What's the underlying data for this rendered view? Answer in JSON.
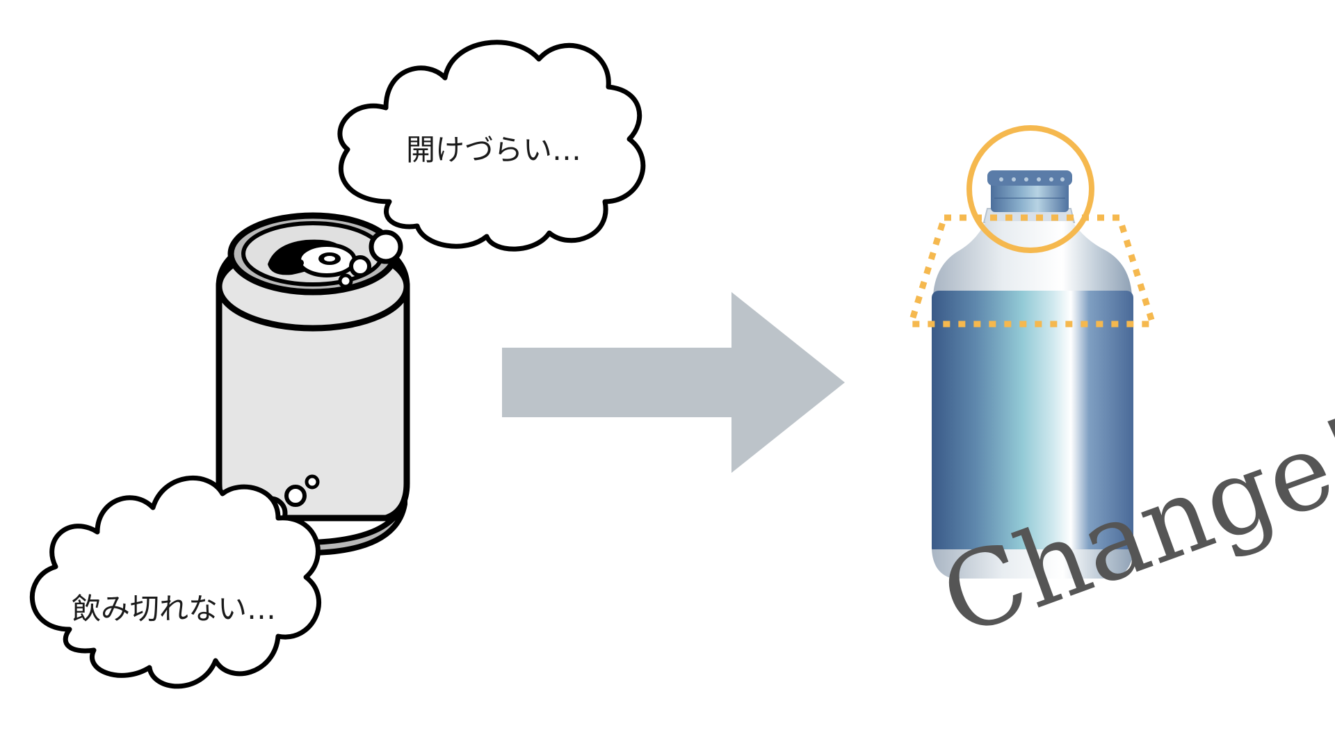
{
  "bubbles": {
    "top": {
      "text": "開けづらい…"
    },
    "bottom": {
      "text": "飲み切れない…"
    }
  },
  "change_label": "Change!",
  "colors": {
    "arrow": "#bcc3c9",
    "highlight": "#f5b84e",
    "bottle_dark": "#3d5f8e",
    "bottle_light": "#8fc8d6",
    "can_body": "#e5e5e5",
    "change_text": "#555555"
  },
  "icons": {
    "can": "soda-can-icon",
    "bottle": "bottle-can-icon",
    "arrow": "right-arrow-icon"
  }
}
